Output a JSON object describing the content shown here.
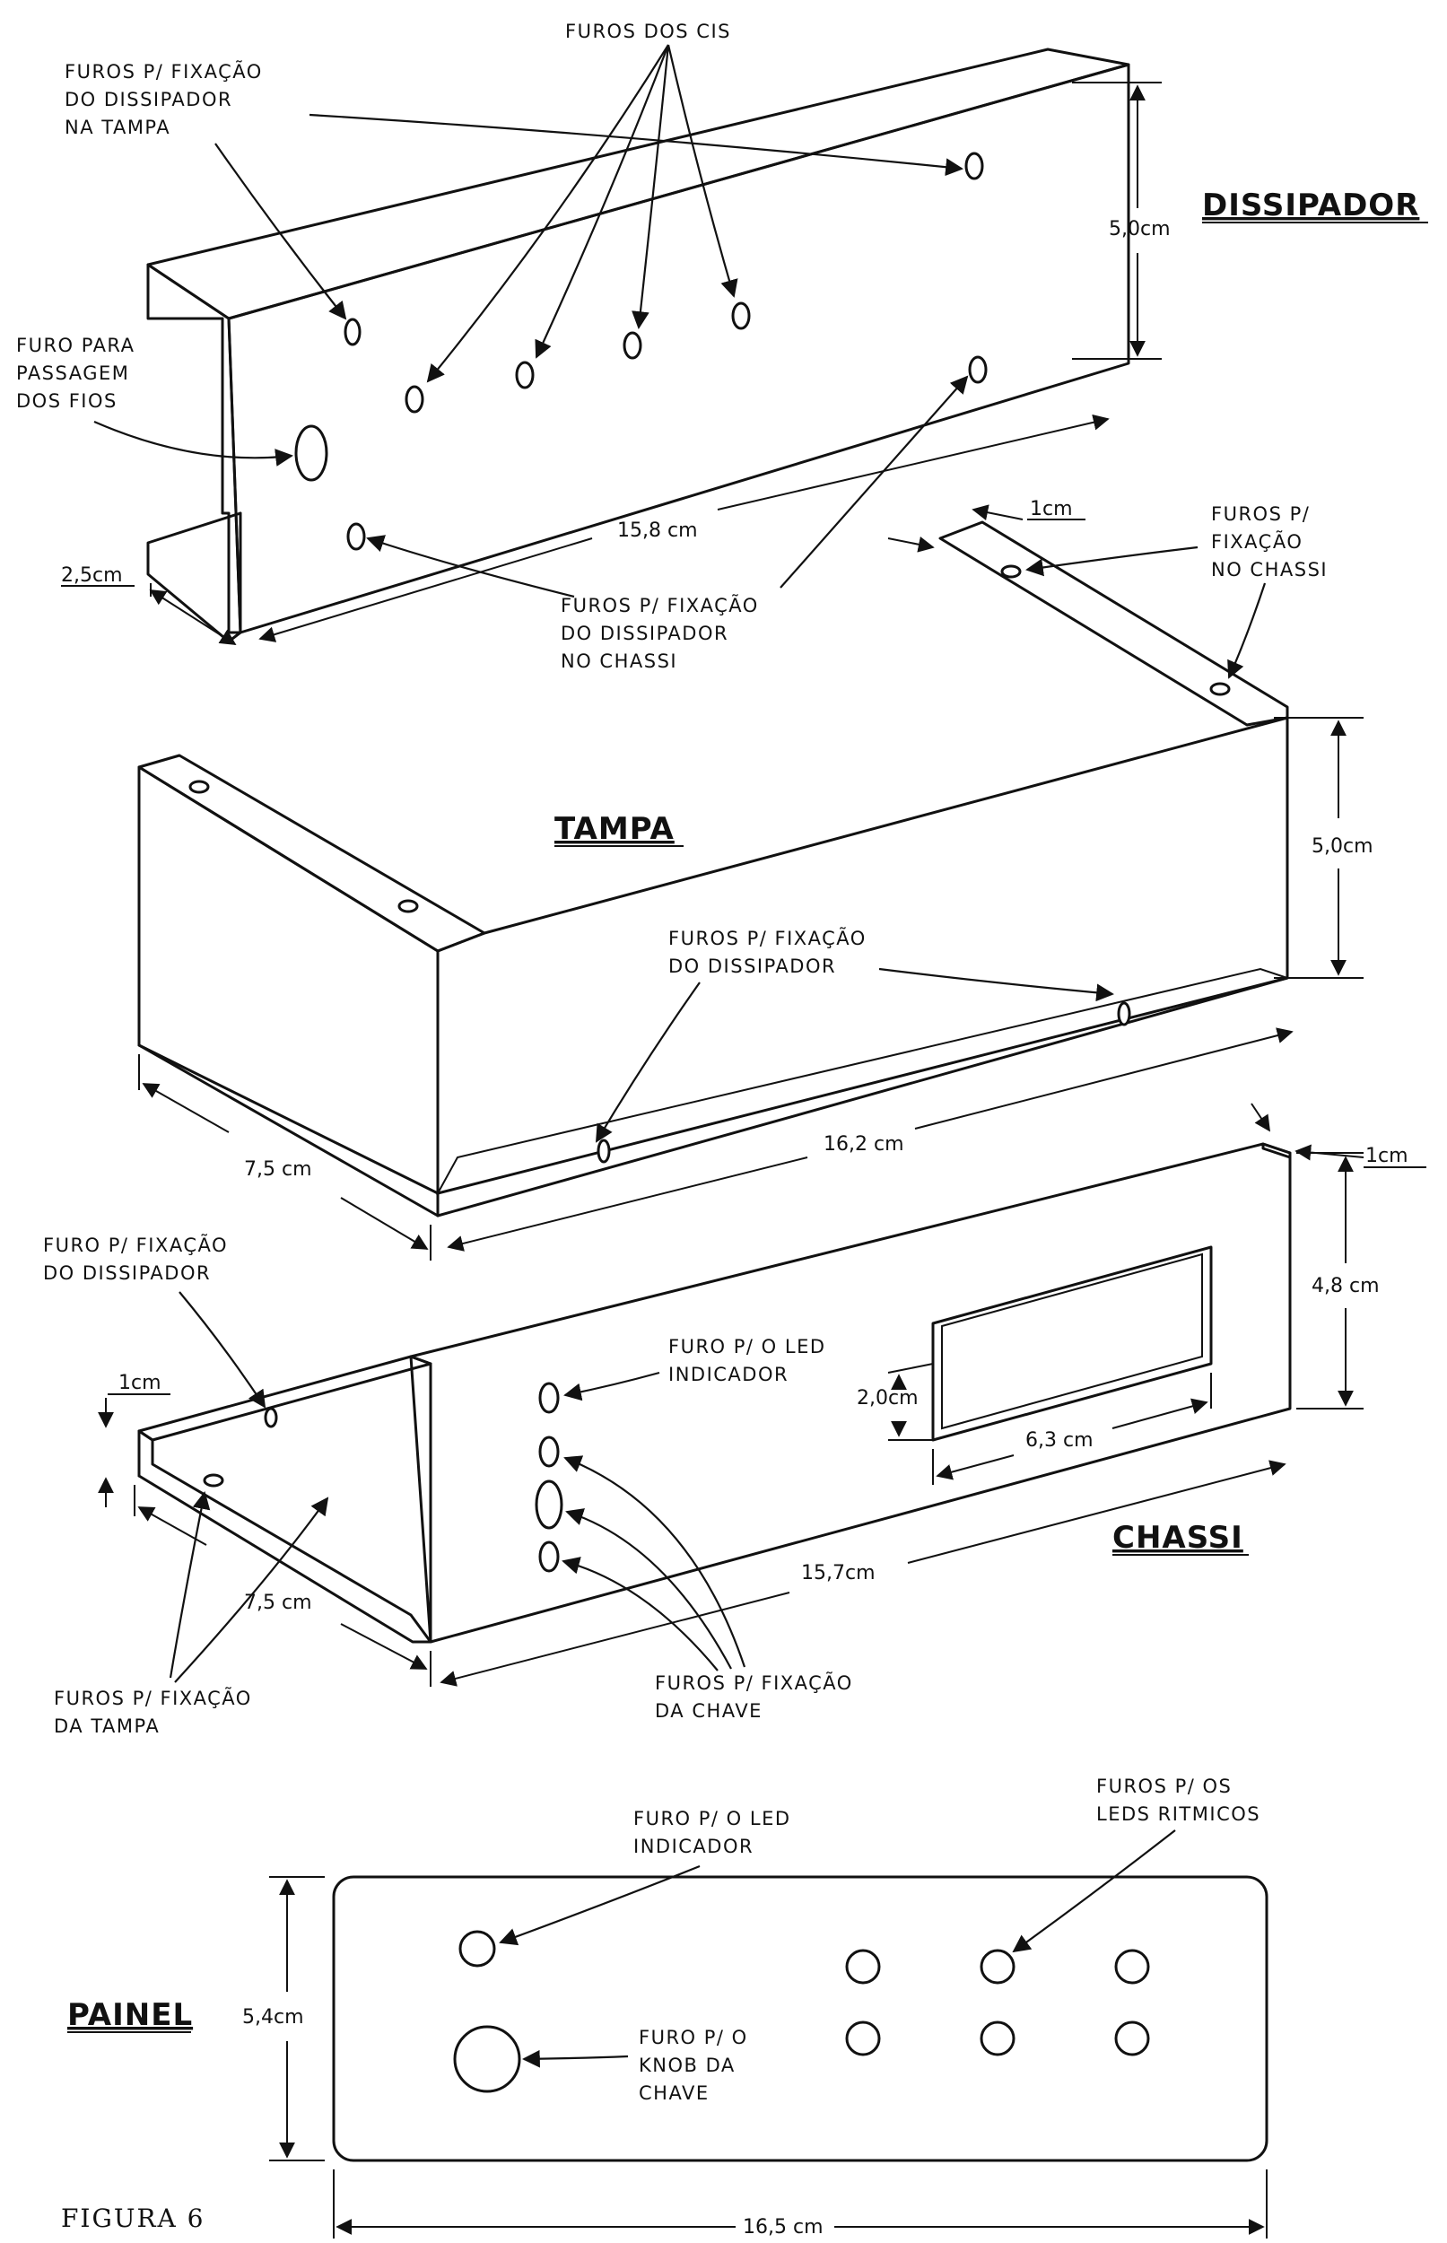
{
  "parts": {
    "dissipador": {
      "title": "DISSIPADOR",
      "label_furos_cis": "FUROS DOS CIS",
      "label_fix_tampa": [
        "FUROS P/ FIXAÇÃO",
        "DO DISSIPADOR",
        "NA TAMPA"
      ],
      "label_passagem": [
        "FURO PARA",
        "PASSAGEM",
        "DOS FIOS"
      ],
      "label_fix_chassi": [
        "FUROS P/ FIXAÇÃO",
        "DO DISSIPADOR",
        "NO CHASSI"
      ],
      "dim_height": "5,0cm",
      "dim_length": "15,8 cm",
      "dim_depth": "2,5cm"
    },
    "tampa": {
      "title": "TAMPA",
      "dim_flange": "1cm",
      "label_fix_chassi": [
        "FUROS P/",
        "FIXAÇÃO",
        "NO CHASSI"
      ],
      "dim_height": "5,0cm",
      "label_fix_dissipador": [
        "FUROS P/ FIXAÇÃO",
        "DO DISSIPADOR"
      ],
      "dim_length": "16,2 cm",
      "dim_depth": "7,5 cm"
    },
    "chassi": {
      "title": "CHASSI",
      "dim_flange_right": "1cm",
      "dim_height": "4,8 cm",
      "label_fix_dissipador": [
        "FURO P/ FIXAÇÃO",
        "DO DISSIPADOR"
      ],
      "dim_flange_left": "1cm",
      "label_led": [
        "FURO P/ O LED",
        "INDICADOR"
      ],
      "dim_window_height": "2,0cm",
      "dim_window_width": "6,3 cm",
      "dim_length": "15,7cm",
      "dim_depth": "7,5 cm",
      "label_fix_tampa": [
        "FUROS P/ FIXAÇÃO",
        "DA TAMPA"
      ],
      "label_fix_chave": [
        "FUROS P/ FIXAÇÃO",
        "DA CHAVE"
      ]
    },
    "painel": {
      "title": "PAINEL",
      "label_led": [
        "FURO P/ O LED",
        "INDICADOR"
      ],
      "label_leds_ritmicos": [
        "FUROS P/ OS",
        "LEDS RITMICOS"
      ],
      "label_knob": [
        "FURO P/ O",
        "KNOB DA",
        "CHAVE"
      ],
      "dim_height": "5,4cm",
      "dim_width": "16,5 cm"
    }
  },
  "figure_caption": "FIGURA 6"
}
